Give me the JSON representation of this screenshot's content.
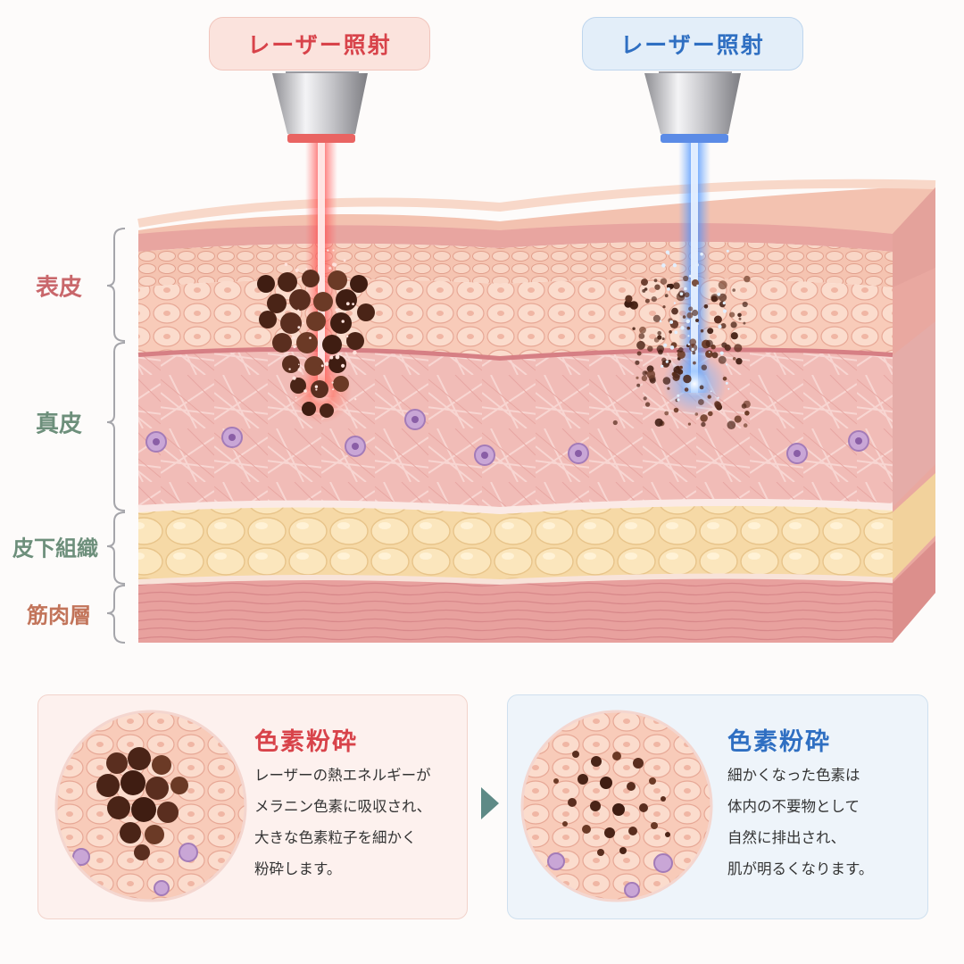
{
  "labels": {
    "laser_left": "レーザー照射",
    "laser_right": "レーザー照射"
  },
  "layers": [
    {
      "label": "表皮",
      "color": "#c9676b"
    },
    {
      "label": "真皮",
      "color": "#6d8f7b"
    },
    {
      "label": "皮下組織",
      "color": "#6d8f7b"
    },
    {
      "label": "筋肉層",
      "color": "#c2745a"
    }
  ],
  "cards": [
    {
      "title": "色素粉砕",
      "lines": [
        "レーザーの熱エネルギーが",
        "メラニン色素に吸収され、",
        "大きな色素粒子を細かく",
        "粉砕します。"
      ]
    },
    {
      "title": "色素粉砕",
      "lines": [
        "細かくなった色素は",
        "体内の不要物として",
        "自然に排出され、",
        "肌が明るくなります。"
      ]
    }
  ],
  "colors": {
    "red_accent": "#d8434a",
    "blue_accent": "#2f6fc2",
    "red_label_bg": "#fbe3dd",
    "blue_label_bg": "#e3eef9",
    "red_card_bg": "#fdf1ee",
    "blue_card_bg": "#eef4fa",
    "arrow": "#5e8a86"
  },
  "icons": {
    "left_probe": "laser-probe-icon",
    "right_probe": "laser-probe-icon",
    "arrow": "arrow-right-icon"
  }
}
